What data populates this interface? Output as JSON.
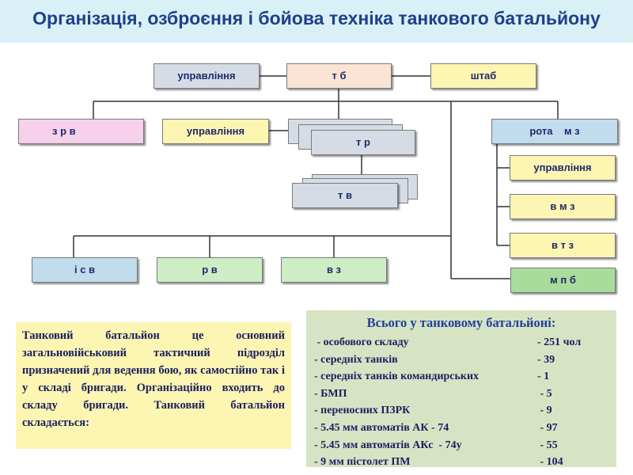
{
  "title": "Організація, озброєння і бойова техніка танкового батальйону",
  "colors": {
    "title_background": "#d9f1f6",
    "title_text": "#1f3f8c",
    "box_gray": "#d6dce6",
    "box_peach": "#fbe4d4",
    "box_yellow": "#fdf5b2",
    "box_pink": "#f7d0ec",
    "box_blue": "#c1dcec",
    "box_green": "#cdeec4",
    "box_green_dark": "#a9dc9b",
    "summary_background": "#d7e4c4",
    "description_background": "#fdf5b2"
  },
  "diagram": {
    "top": {
      "command": "управління",
      "battalion": "т б",
      "staff": "штаб"
    },
    "row2": {
      "recon_platoon": "з р в",
      "tank_company_command": "управління",
      "tank_company": "т р",
      "tank_platoon": "т в",
      "support_company": "рота    м з"
    },
    "support_units": [
      {
        "label": "управління"
      },
      {
        "label": "в м з"
      },
      {
        "label": "в т з"
      }
    ],
    "bottom_units": [
      {
        "label": "і с в"
      },
      {
        "label": "р в"
      },
      {
        "label": "в з"
      }
    ],
    "medical": "м п б"
  },
  "description": "Танковий батальйон це основний загальновійськовий тактичний підрозділ призначений для ведення бою, як самостійно так і у складі бригади. Організаційно входить до складу бригади. Танковий батальйон складається:",
  "summary": {
    "heading": "Всього у танковому батальйоні:",
    "items": [
      {
        "label": " - особового складу",
        "value": "- 251 чол"
      },
      {
        "label": "- середніх танків",
        "value": "- 39"
      },
      {
        "label": "- середніх танків командирських",
        "value": "- 1"
      },
      {
        "label": "- БМП",
        "value": " - 5"
      },
      {
        "label": "- переносних ПЗРК",
        "value": " - 9"
      },
      {
        "label": "- 5.45 мм автоматів АК - 74",
        "value": " - 97"
      },
      {
        "label": "- 5.45 мм автоматів АКс  - 74у",
        "value": " - 55"
      },
      {
        "label": "- 9 мм пістолет ПМ",
        "value": " - 104"
      }
    ]
  }
}
